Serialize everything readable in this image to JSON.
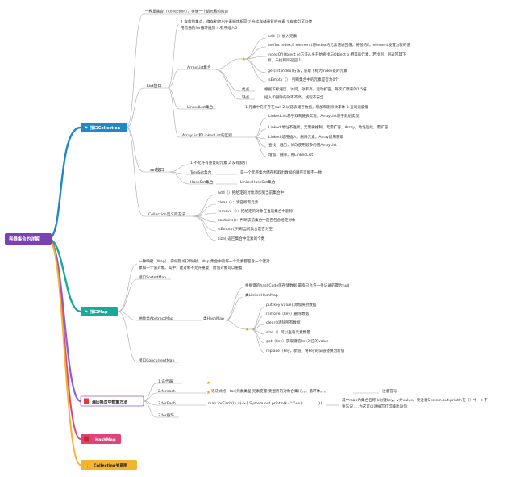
{
  "colors": {
    "root": "#7b3fb6",
    "collection_branch": "#1e88c8",
    "map_branch": "#1aa89a",
    "traverse_branch": "#8b5fd0",
    "hashmap_branch": "#e0427a",
    "relation_branch": "#f2b431",
    "leaf_line": "#a7a7a7"
  },
  "root": {
    "label": "容器集合的详解",
    "icon": "none"
  },
  "branches": {
    "collection": {
      "label": "接口Collection",
      "icon": "flag-icon",
      "desc": "一种是集合（Collection），存储一个组元素的集合",
      "list": {
        "label": "List接口",
        "desc1": "1.有序的集合，值存和取出元素顺序相同 2.允许存储重复的元素 3.有索引可以使",
        "desc2": "用普通的for循环遍历 4.有序插入0",
        "arraylist": {
          "label": "ArrayList集合",
          "star": "★",
          "methods": [
            "add（）加入元素",
            "set(int index,E element)将index的元素值进回值，将替的E。element设置为新的值",
            "indexOf(Object o)方法从头开始查找与Object o 相等的元素，若找到，则返回其下",
            "标，未找到则返回-1",
            "get(int index)方法，获取下标为index处的元素",
            "isEmpty（）：判断集合中的元素是否为0个"
          ],
          "pros_label": "优点",
          "pros": "根据下标遍历、访问，效率高，运动扩容，每次扩原来的1.5倍",
          "cons_label": "缺点",
          "cons": "插入和删除的效率不高，线程不安全"
        },
        "linkedlist": {
          "label": "LinkedList集合",
          "desc": "1.元素中充许存在null 2.以链表储存数据，增加和删除效率体 3.查询速度慢"
        },
        "diff": {
          "label": "ArrayList和LinkedList的区别",
          "items": [
            "LinkedList基于双向链表实现，ArrayList基于数组实现",
            "Linked 地址不连续，无需要维制，无需扩容，Array，地址连续，需扩容",
            "Linked 适用插入，删除元素，Array适用获取",
            "查找，遍历，修改使用较多的用ArrayList",
            "增加，删除，用LinkedList"
          ]
        }
      },
      "set": {
        "label": "set接口",
        "desc": "1.不允许有重复的元素 2.没有索引",
        "treeset": {
          "label": "TreeSet集合",
          "desc": "是一个无序集合储存和取出数据的顺序可能不一致"
        },
        "hashset": {
          "label": "HashSet集合",
          "desc": "LinkedHashSet集合"
        }
      },
      "methods": {
        "label": "Collection定义的方法",
        "items": [
          "add（）把给定的对象添加到当前集合中",
          "clear（）：清空所有元素",
          "remove（）：把给定的对象在当前集合中删除",
          "contains()：判断该前集合中是否包含给定对象",
          "isEmpty()判断当前集合是否为空",
          "size()返回集合中元素的个数"
        ]
      }
    },
    "map": {
      "label": "接口Map",
      "icon": "flag-icon",
      "desc1": "一种映射（Map），存储键/值对映射。Map 集合中的每一个元素都包含一个键对",
      "desc2": "象和一个值对象。其中，键对象不允许重复，而值对象可以重复",
      "sortedmap": "接口SortedMap",
      "abstractmap": {
        "label": "抽象类AbstractMap",
        "hashmap": {
          "label": "类HashMap",
          "star": "★",
          "desc": "根据键的hashCode值存储数据 最多只允许一条记录的键为null",
          "linked": "类LinkedHashMap",
          "methods": [
            "put(key,value),添加映射数据",
            "remove（key）删除数据",
            "clear()清除所有数据",
            "size（）可以查看元素数量",
            "get（key）获取键值key对应的value",
            "replace（key，新值）将key的旧值替换为新值"
          ]
        }
      },
      "concurrentmap": "接口ConcurrentMap"
    },
    "traverse": {
      "label": "遍历集合中数据方法",
      "icon": "stop-icon",
      "items": [
        {
          "label": "1.迭代器",
          "star": "★",
          "desc": ""
        },
        {
          "label": "2.foreach",
          "star": "★",
          "desc": "语法式格：for(元素类型 元素变量:要遍历的对象合集){。。。循环体。。。}",
          "note": "注意冒号"
        },
        {
          "label": "3.forEach",
          "star": "",
          "desc": "map.forEach((k,v)->{ System.out.println(k+\":\"+v); ........... })",
          "note1": "其中map为集合名称 k为键key，v为value。要注意System.out.println在（）中 -->不",
          "note2": "要忘记 ....为这可以迷掉写打印输出语句"
        },
        {
          "label": "3.for循环",
          "star": "",
          "desc": ""
        }
      ]
    },
    "hashmap": {
      "label": "HashMap",
      "icon": "stop-icon"
    },
    "relation": {
      "label": "Collection关系图",
      "icon": "thumbs-up-icon"
    }
  }
}
